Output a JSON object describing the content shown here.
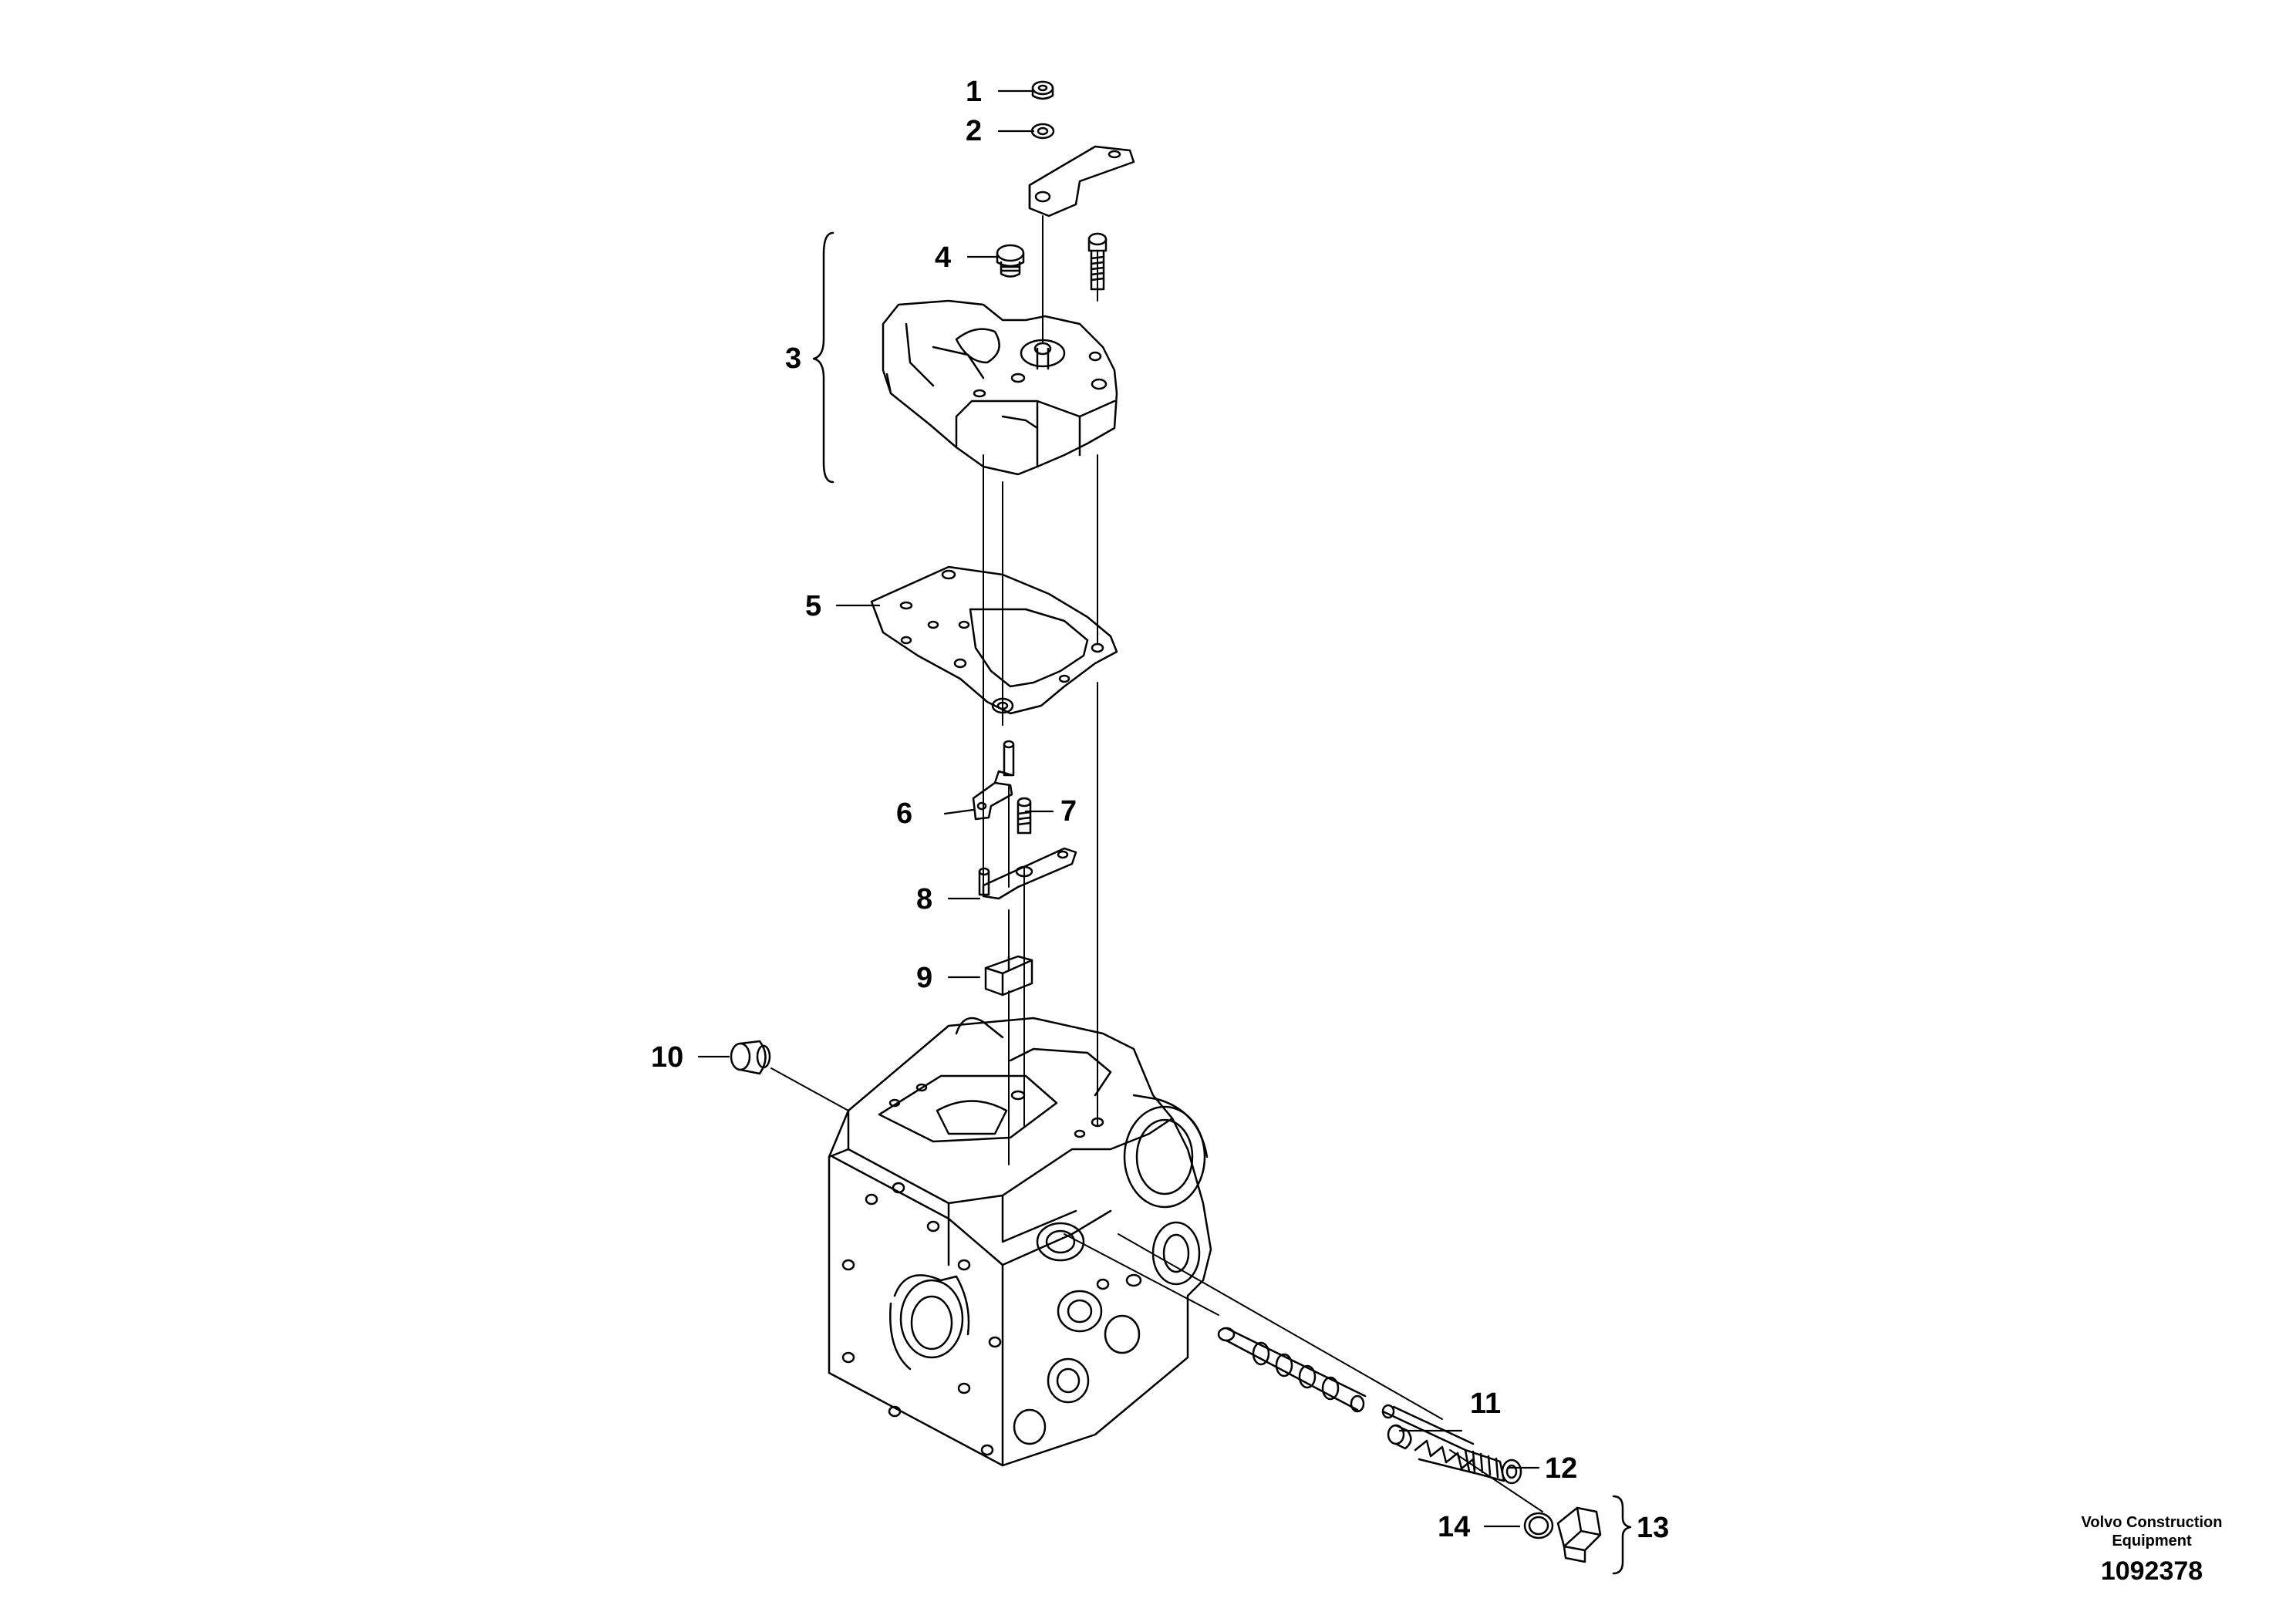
{
  "callouts": [
    {
      "id": "1",
      "label": "1"
    },
    {
      "id": "2",
      "label": "2"
    },
    {
      "id": "3",
      "label": "3"
    },
    {
      "id": "4",
      "label": "4"
    },
    {
      "id": "5",
      "label": "5"
    },
    {
      "id": "6",
      "label": "6"
    },
    {
      "id": "7",
      "label": "7"
    },
    {
      "id": "8",
      "label": "8"
    },
    {
      "id": "9",
      "label": "9"
    },
    {
      "id": "10",
      "label": "10"
    },
    {
      "id": "11",
      "label": "11"
    },
    {
      "id": "12",
      "label": "12"
    },
    {
      "id": "13",
      "label": "13"
    },
    {
      "id": "14",
      "label": "14"
    }
  ],
  "credit": {
    "line1": "Volvo Construction",
    "line2": "Equipment",
    "figure_number": "1092378"
  }
}
